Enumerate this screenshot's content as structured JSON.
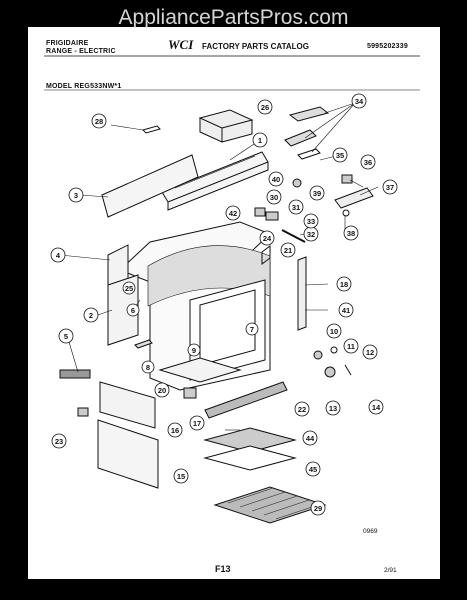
{
  "watermark": "AppliancePartsPros.com",
  "header": {
    "brand": "FRIGIDAIRE",
    "product": "RANGE - ELECTRIC",
    "logo": "WCI",
    "catalog": "FACTORY PARTS CATALOG",
    "part_no": "5995202339",
    "model": "MODEL REG533NW*1"
  },
  "footer": {
    "code": "0969",
    "page": "F13",
    "date": "2/91"
  },
  "callouts": [
    "1",
    "3",
    "4",
    "2",
    "5",
    "6",
    "7",
    "8",
    "9",
    "10",
    "11",
    "12",
    "13",
    "14",
    "15",
    "16",
    "17",
    "18",
    "20",
    "21",
    "22",
    "23",
    "24",
    "25",
    "26",
    "28",
    "29",
    "30",
    "31",
    "32",
    "33",
    "34",
    "35",
    "36",
    "37",
    "38",
    "39",
    "40",
    "41",
    "42",
    "44",
    "45"
  ]
}
